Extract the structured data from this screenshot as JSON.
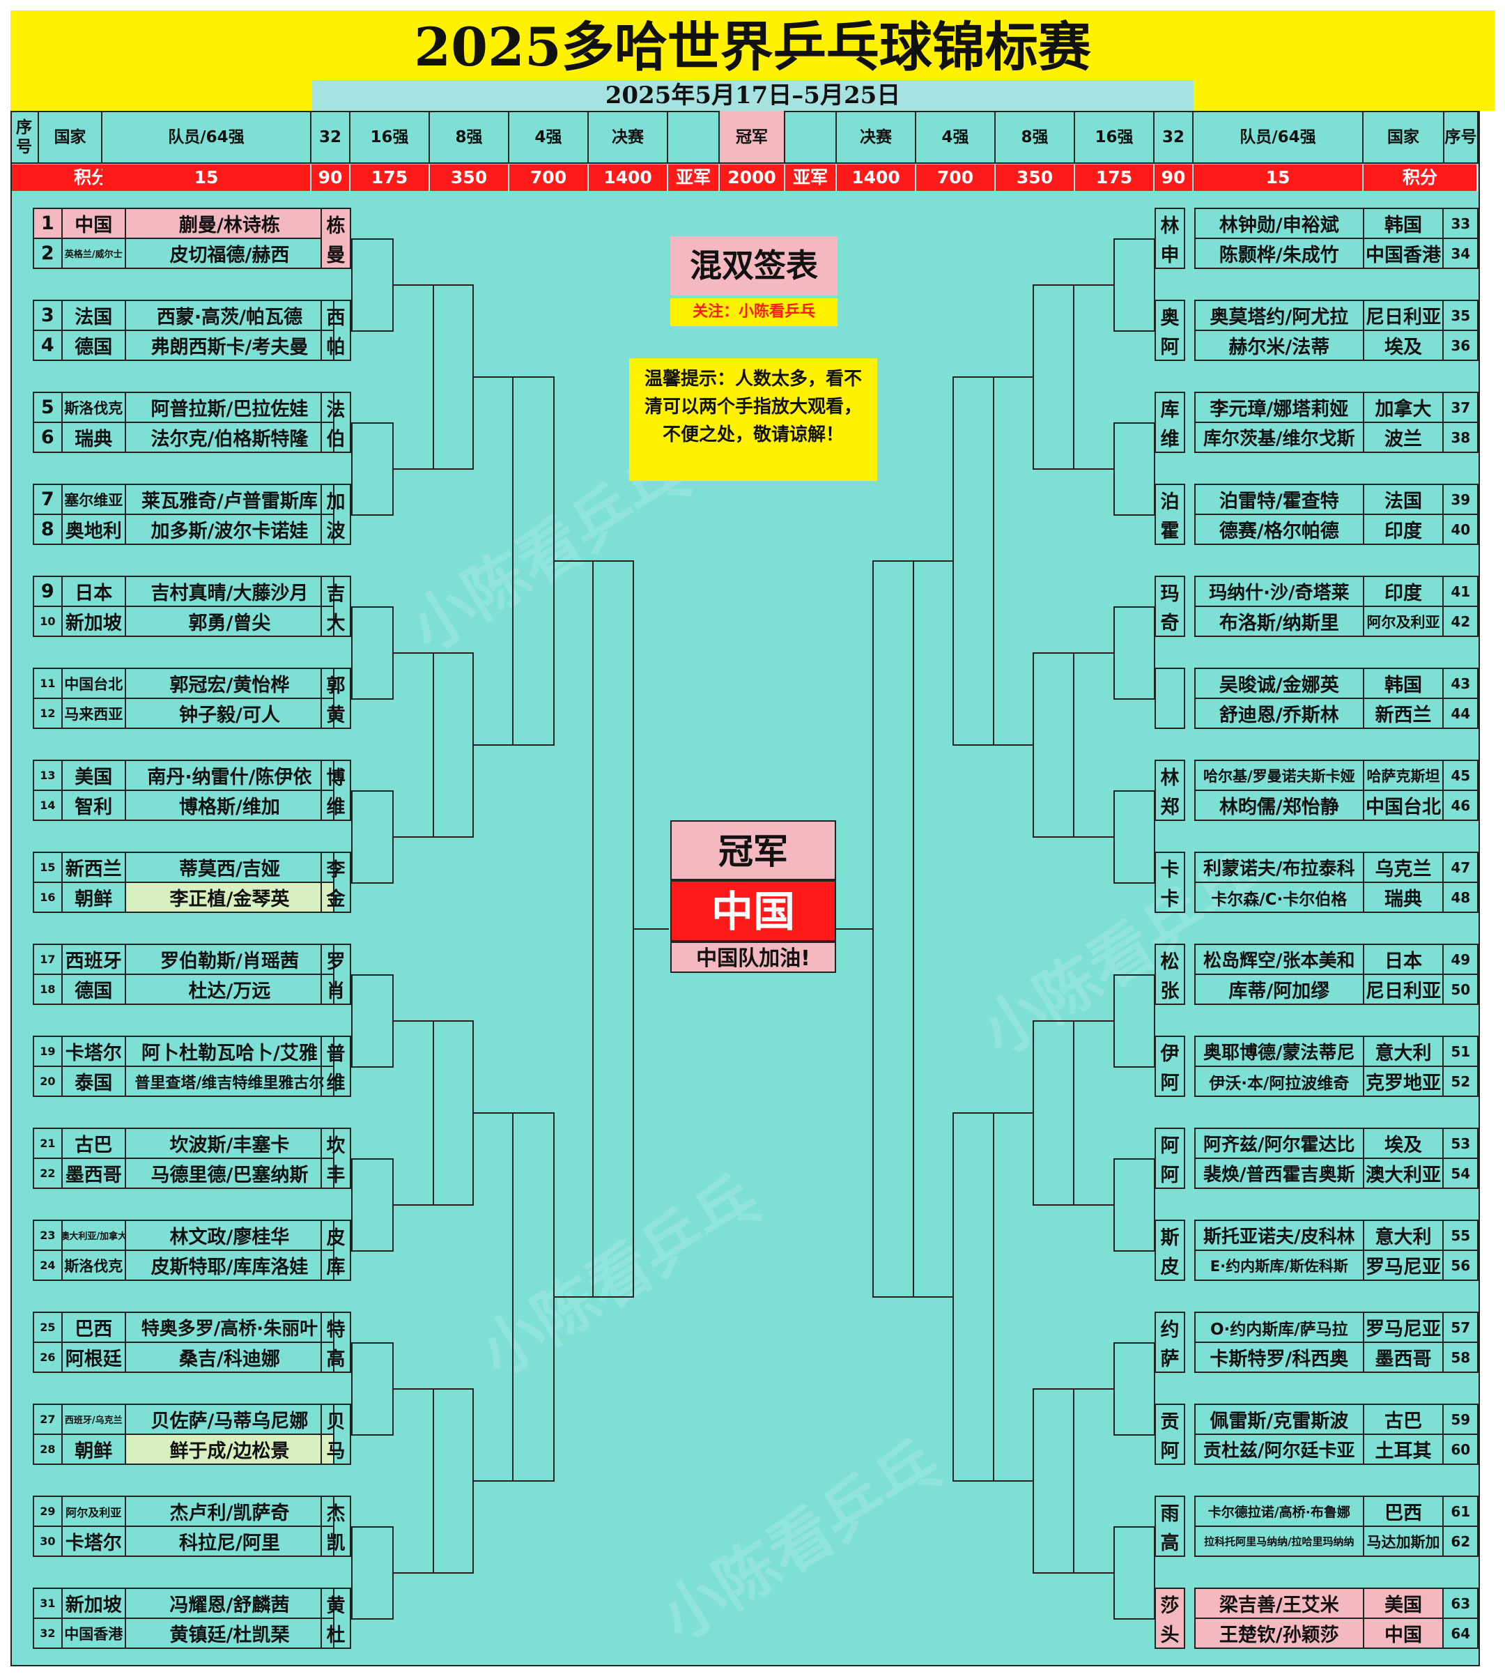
{
  "title": "2025多哈世界乒乓球锦标赛",
  "date": "2025年5月17日–5月25日",
  "header": {
    "seq": "序号",
    "country": "国家",
    "players": "队员/64强",
    "r32": "32",
    "r16": "16强",
    "r8": "8强",
    "r4": "4强",
    "final": "决赛",
    "champion": "冠军"
  },
  "points": {
    "label": "积分",
    "r64": "15",
    "r32": "90",
    "r16": "175",
    "r8": "350",
    "r4": "700",
    "final": "1400",
    "runner_up": "亚军",
    "champion": "2000"
  },
  "center": {
    "draw_title": "混双签表",
    "follow": "关注：小陈看乒乓",
    "tip": "温馨提示：人数太多，看不清可以两个手指放大观看，不便之处，敬请谅解！",
    "champion_label": "冠军",
    "champion": "中国",
    "cheer": "中国队加油!"
  },
  "watermark": "小陈看乒乓",
  "left_entries": [
    {
      "n": "1",
      "country": "中国",
      "players": "蒯曼/林诗栋",
      "hl": "pink"
    },
    {
      "n": "2",
      "country": "英格兰/威尔士",
      "players": "皮切福德/赫西",
      "hl": ""
    },
    {
      "n": "3",
      "country": "法国",
      "players": "西蒙·高茨/帕瓦德",
      "hl": ""
    },
    {
      "n": "4",
      "country": "德国",
      "players": "弗朗西斯卡/考夫曼",
      "hl": ""
    },
    {
      "n": "5",
      "country": "斯洛伐克",
      "players": "阿普拉斯/巴拉佐娃",
      "hl": ""
    },
    {
      "n": "6",
      "country": "瑞典",
      "players": "法尔克/伯格斯特隆",
      "hl": ""
    },
    {
      "n": "7",
      "country": "塞尔维亚",
      "players": "莱瓦雅奇/卢普雷斯库",
      "hl": ""
    },
    {
      "n": "8",
      "country": "奥地利",
      "players": "加多斯/波尔卡诺娃",
      "hl": ""
    },
    {
      "n": "9",
      "country": "日本",
      "players": "吉村真晴/大藤沙月",
      "hl": ""
    },
    {
      "n": "10",
      "country": "新加坡",
      "players": "郭勇/曾尖",
      "hl": ""
    },
    {
      "n": "11",
      "country": "中国台北",
      "players": "郭冠宏/黄怡桦",
      "hl": ""
    },
    {
      "n": "12",
      "country": "马来西亚",
      "players": "钟子毅/可人",
      "hl": ""
    },
    {
      "n": "13",
      "country": "美国",
      "players": "南丹·纳雷什/陈伊依",
      "hl": ""
    },
    {
      "n": "14",
      "country": "智利",
      "players": "博格斯/维加",
      "hl": ""
    },
    {
      "n": "15",
      "country": "新西兰",
      "players": "蒂莫西/吉娅",
      "hl": ""
    },
    {
      "n": "16",
      "country": "朝鲜",
      "players": "李正植/金琴英",
      "hl": "green"
    },
    {
      "n": "17",
      "country": "西班牙",
      "players": "罗伯勒斯/肖瑶茜",
      "hl": ""
    },
    {
      "n": "18",
      "country": "德国",
      "players": "杜达/万远",
      "hl": ""
    },
    {
      "n": "19",
      "country": "卡塔尔",
      "players": "阿卜杜勒瓦哈卜/艾雅",
      "hl": ""
    },
    {
      "n": "20",
      "country": "泰国",
      "players": "普里查塔/维吉特维里雅古尔",
      "hl": ""
    },
    {
      "n": "21",
      "country": "古巴",
      "players": "坎波斯/丰塞卡",
      "hl": ""
    },
    {
      "n": "22",
      "country": "墨西哥",
      "players": "马德里德/巴塞纳斯",
      "hl": ""
    },
    {
      "n": "23",
      "country": "澳大利亚/加拿大",
      "players": "林文政/廖桂华",
      "hl": ""
    },
    {
      "n": "24",
      "country": "斯洛伐克",
      "players": "皮斯特耶/库库洛娃",
      "hl": ""
    },
    {
      "n": "25",
      "country": "巴西",
      "players": "特奥多罗/高桥·朱丽叶",
      "hl": ""
    },
    {
      "n": "26",
      "country": "阿根廷",
      "players": "桑吉/科迪娜",
      "hl": ""
    },
    {
      "n": "27",
      "country": "西班牙/乌克兰",
      "players": "贝佐萨/马蒂乌尼娜",
      "hl": ""
    },
    {
      "n": "28",
      "country": "朝鲜",
      "players": "鲜于成/边松景",
      "hl": "green"
    },
    {
      "n": "29",
      "country": "阿尔及利亚",
      "players": "杰卢利/凯萨奇",
      "hl": ""
    },
    {
      "n": "30",
      "country": "卡塔尔",
      "players": "科拉尼/阿里",
      "hl": ""
    },
    {
      "n": "31",
      "country": "新加坡",
      "players": "冯耀恩/舒麟茜",
      "hl": ""
    },
    {
      "n": "32",
      "country": "中国香港",
      "players": "黄镇廷/杜凯琹",
      "hl": ""
    }
  ],
  "right_entries": [
    {
      "n": "33",
      "country": "韩国",
      "players": "林钟勋/申裕斌",
      "hl": ""
    },
    {
      "n": "34",
      "country": "中国香港",
      "players": "陈颢桦/朱成竹",
      "hl": ""
    },
    {
      "n": "35",
      "country": "尼日利亚",
      "players": "奥莫塔约/阿尤拉",
      "hl": ""
    },
    {
      "n": "36",
      "country": "埃及",
      "players": "赫尔米/法蒂",
      "hl": ""
    },
    {
      "n": "37",
      "country": "加拿大",
      "players": "李元璋/娜塔莉娅",
      "hl": ""
    },
    {
      "n": "38",
      "country": "波兰",
      "players": "库尔茨基/维尔戈斯",
      "hl": ""
    },
    {
      "n": "39",
      "country": "法国",
      "players": "泊雷特/霍查特",
      "hl": ""
    },
    {
      "n": "40",
      "country": "印度",
      "players": "德赛/格尔帕德",
      "hl": ""
    },
    {
      "n": "41",
      "country": "印度",
      "players": "玛纳什·沙/奇塔莱",
      "hl": ""
    },
    {
      "n": "42",
      "country": "阿尔及利亚",
      "players": "布洛斯/纳斯里",
      "hl": ""
    },
    {
      "n": "43",
      "country": "韩国",
      "players": "吴晙诚/金娜英",
      "hl": ""
    },
    {
      "n": "44",
      "country": "新西兰",
      "players": "舒迪恩/乔斯林",
      "hl": ""
    },
    {
      "n": "45",
      "country": "哈萨克斯坦",
      "players": "哈尔基/罗曼诺夫斯卡娅",
      "hl": ""
    },
    {
      "n": "46",
      "country": "中国台北",
      "players": "林昀儒/郑怡静",
      "hl": ""
    },
    {
      "n": "47",
      "country": "乌克兰",
      "players": "利蒙诺夫/布拉泰科",
      "hl": ""
    },
    {
      "n": "48",
      "country": "瑞典",
      "players": "卡尔森/C·卡尔伯格",
      "hl": ""
    },
    {
      "n": "49",
      "country": "日本",
      "players": "松岛辉空/张本美和",
      "hl": ""
    },
    {
      "n": "50",
      "country": "尼日利亚",
      "players": "库蒂/阿加缪",
      "hl": ""
    },
    {
      "n": "51",
      "country": "意大利",
      "players": "奥耶博德/蒙法蒂尼",
      "hl": ""
    },
    {
      "n": "52",
      "country": "克罗地亚",
      "players": "伊沃·本/阿拉波维奇",
      "hl": ""
    },
    {
      "n": "53",
      "country": "埃及",
      "players": "阿齐兹/阿尔霍达比",
      "hl": ""
    },
    {
      "n": "54",
      "country": "澳大利亚",
      "players": "裴焕/普西霍吉奥斯",
      "hl": ""
    },
    {
      "n": "55",
      "country": "意大利",
      "players": "斯托亚诺夫/皮科林",
      "hl": ""
    },
    {
      "n": "56",
      "country": "罗马尼亚",
      "players": "E·约内斯库/斯佐科斯",
      "hl": ""
    },
    {
      "n": "57",
      "country": "罗马尼亚",
      "players": "O·约内斯库/萨马拉",
      "hl": ""
    },
    {
      "n": "58",
      "country": "墨西哥",
      "players": "卡斯特罗/科西奥",
      "hl": ""
    },
    {
      "n": "59",
      "country": "古巴",
      "players": "佩雷斯/克雷斯波",
      "hl": ""
    },
    {
      "n": "60",
      "country": "土耳其",
      "players": "贡杜兹/阿尔廷卡亚",
      "hl": ""
    },
    {
      "n": "61",
      "country": "巴西",
      "players": "卡尔德拉诺/高桥·布鲁娜",
      "hl": ""
    },
    {
      "n": "62",
      "country": "马达加斯加",
      "players": "拉科托阿里马纳纳/拉哈里玛纳纳",
      "hl": ""
    },
    {
      "n": "63",
      "country": "美国",
      "players": "梁吉善/王艾米",
      "hl": "pink"
    },
    {
      "n": "64",
      "country": "中国",
      "players": "王楚钦/孙颖莎",
      "hl": "pink"
    }
  ],
  "left_r32": [
    [
      "栋",
      "曼"
    ],
    [
      "西",
      "帕"
    ],
    [
      "法",
      "伯"
    ],
    [
      "加",
      "波"
    ],
    [
      "吉",
      "大"
    ],
    [
      "郭",
      "黄"
    ],
    [
      "博",
      "维"
    ],
    [
      "李",
      "金"
    ],
    [
      "罗",
      "肖"
    ],
    [
      "普",
      "维"
    ],
    [
      "坎",
      "丰"
    ],
    [
      "皮",
      "库"
    ],
    [
      "特",
      "高"
    ],
    [
      "贝",
      "马"
    ],
    [
      "杰",
      "凯"
    ],
    [
      "黄",
      "杜"
    ]
  ],
  "right_r32": [
    [
      "林",
      "申"
    ],
    [
      "奥",
      "阿"
    ],
    [
      "库",
      "维"
    ],
    [
      "泊",
      "霍"
    ],
    [
      "玛",
      "奇"
    ],
    [
      "",
      ""
    ],
    [
      "林",
      "郑"
    ],
    [
      "卡",
      "卡"
    ],
    [
      "松",
      "张"
    ],
    [
      "伊",
      "阿"
    ],
    [
      "阿",
      "阿"
    ],
    [
      "斯",
      "皮"
    ],
    [
      "约",
      "萨"
    ],
    [
      "贡",
      "阿"
    ],
    [
      "雨",
      "高"
    ],
    [
      "莎",
      "头"
    ]
  ]
}
